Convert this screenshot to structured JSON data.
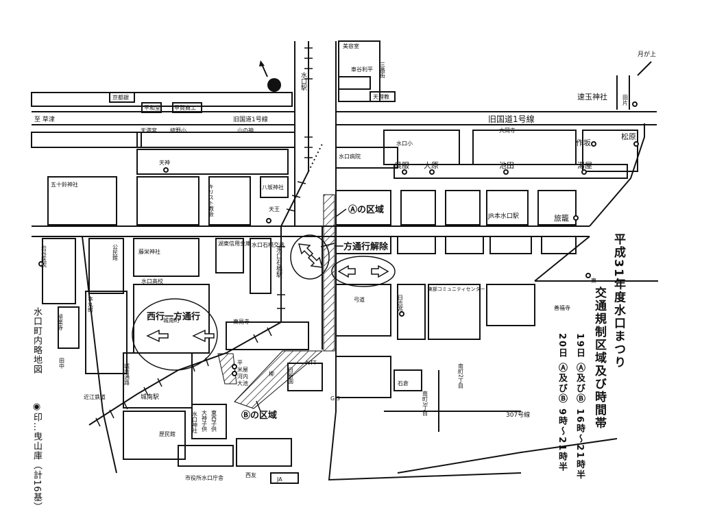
{
  "colors": {
    "ink": "#111111",
    "paper": "#ffffff",
    "hatch": "#222222"
  },
  "title": "平成31年度水口まつり",
  "subtitle": "交通規制区域及び時間帯",
  "schedule": {
    "day19": "19日 Ⓐ及びⒷ 16時～21時半",
    "day20": "20日 Ⓐ及びⒷ 9時～21時半"
  },
  "map_caption": "水口町内略地図",
  "legend_note": "◉印…曳山庫（計16基）",
  "zones": {
    "a": "Ⓐの区域",
    "b": "Ⓑの区域"
  },
  "traffic": {
    "one_way_lifted": "一方通行解除",
    "west_one_way": "西行一方通行"
  },
  "roads": {
    "route1_left": "旧国道1号線",
    "route1_right": "旧国道1号線",
    "route307": "307号線",
    "kusatsu": "至 草津",
    "tsukigakami": "月が上"
  },
  "stations": {
    "minakuchi": "水口駅",
    "ishibashi": "水口石橋駅",
    "jonan": "城南駅",
    "jr_honminakuchi": "JR本水口駅"
  },
  "places": {
    "biyoshitsu": "美容室",
    "sanbangai": "三番街",
    "kurumaya": "車谷利平",
    "tenrikyo": "天理教",
    "kyotogin": "京都銀",
    "heiwado": "平和堂",
    "koga_shoko": "甲賀商工",
    "tenmangu": "天満宮",
    "ayano": "綾野小",
    "yamanokami": "山の神",
    "minakuchi_sho": "水口小",
    "daitokuji": "大岡寺",
    "minakuchi_byoin": "水口病院",
    "gofuku": "呉服",
    "ohara": "大原",
    "ikeda": "池田",
    "yuya": "湯屋",
    "sakusaka": "作坂",
    "matsubara": "松原",
    "hayatama": "速玉神社",
    "tagata": "田片",
    "tenjin": "天神",
    "isoji": "五十鈴神社",
    "kirisuto": "キリスト教会",
    "yasaka": "八坂神社",
    "tenno": "天王",
    "ryokan": "旅籠",
    "iwatani": "岩谷医院",
    "kominkan": "公民館",
    "fujiei": "藤栄神社",
    "koto_shinkin": "湖東信用金庫",
    "minakuchi_ishi": "水口石橋交番",
    "minakuchi_koko": "水口高校",
    "honmaru": "本丸町",
    "gokurakuji": "極楽寺",
    "tanaka": "田中",
    "jonan_cho": "城南町",
    "higashimi": "東見寺",
    "hirano": "平",
    "yoneya": "米屋",
    "kawachi": "河内",
    "oike": "大池",
    "yanagi": "柳",
    "hinode": "日新園",
    "ntt": "NTT",
    "yumi": "弓道",
    "hiyoshi": "日吉宮",
    "east_community": "東部コミュニティセンター",
    "higashi": "東",
    "zenpukuji": "善福寺",
    "ishikura": "石倉",
    "minami2": "南町2丁目",
    "minami3": "南町3丁目",
    "gs": "G.S",
    "minakuchi_jinja": "水口神社",
    "okami": "大神子供",
    "kyokai_rooms": "東西子供",
    "rekimin": "歴民館",
    "shiyakusho": "市役所水口庁舎",
    "nishitomo": "西友",
    "ja": "JA",
    "omi_railway": "近江鉄道",
    "jonan_street": "城南通路"
  }
}
